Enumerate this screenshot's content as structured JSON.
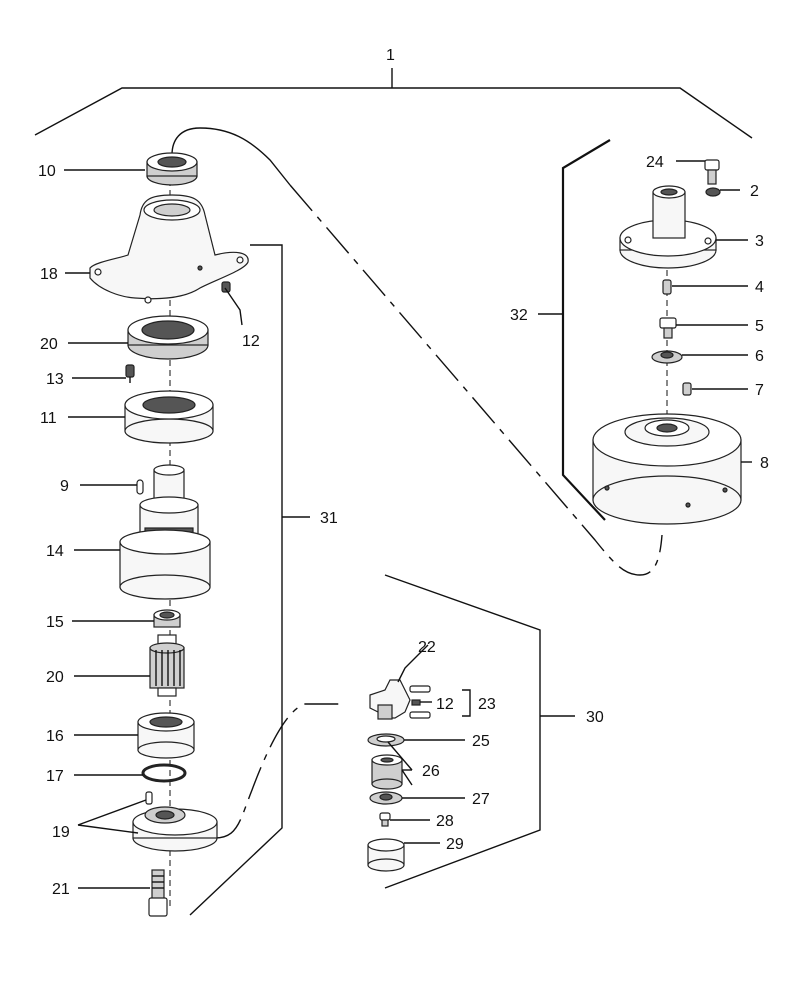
{
  "labels": {
    "l1": "1",
    "l2": "2",
    "l3": "3",
    "l4": "4",
    "l5": "5",
    "l6": "6",
    "l7": "7",
    "l8": "8",
    "l9": "9",
    "l10": "10",
    "l11": "11",
    "l12a": "12",
    "l12b": "12",
    "l13": "13",
    "l14": "14",
    "l15": "15",
    "l16": "16",
    "l17": "17",
    "l18": "18",
    "l19": "19",
    "l20a": "20",
    "l20b": "20",
    "l21": "21",
    "l22": "22",
    "l23": "23",
    "l24": "24",
    "l25": "25",
    "l26": "26",
    "l27": "27",
    "l28": "28",
    "l29": "29",
    "l30": "30",
    "l31": "31",
    "l32": "32"
  }
}
